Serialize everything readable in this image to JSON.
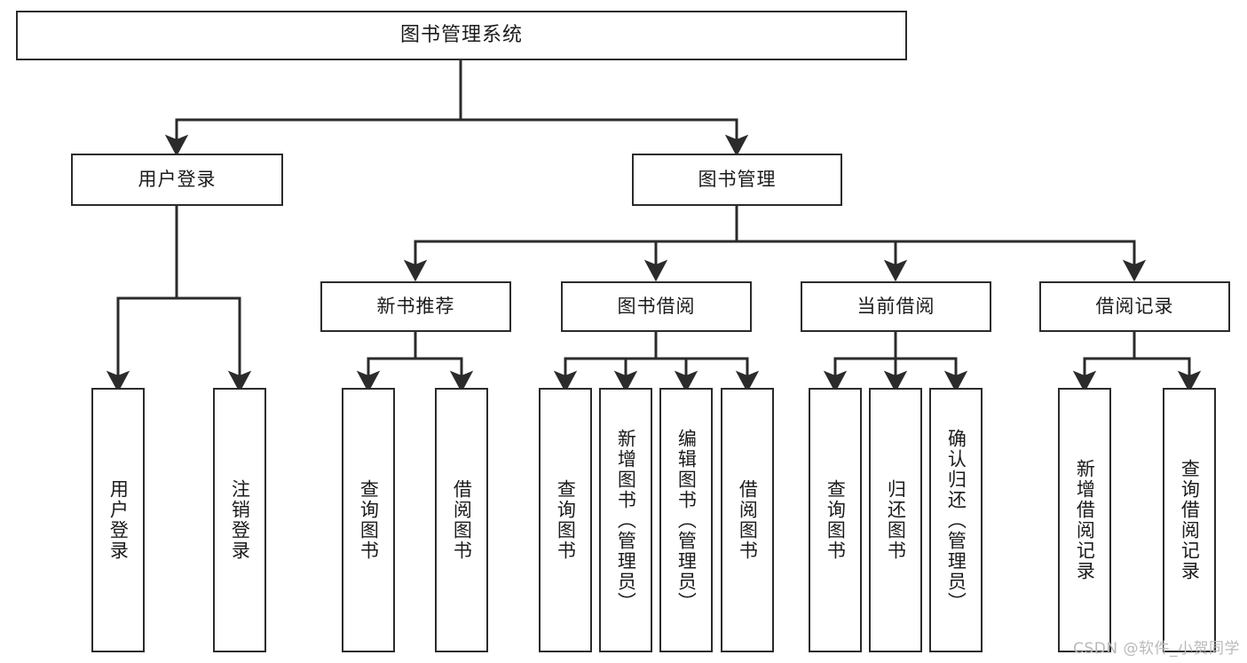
{
  "diagram": {
    "type": "tree",
    "title": "图书管理系统",
    "orientation": "top-down",
    "colors": {
      "background": "#ffffff",
      "box_border": "#2b2b2b",
      "box_fill": "#ffffff",
      "connector": "#2b2b2b",
      "text": "#1b1b1b",
      "watermark": "#b9b9b9"
    },
    "root": {
      "label": "图书管理系统"
    },
    "level2": [
      {
        "label": "用户登录"
      },
      {
        "label": "图书管理"
      }
    ],
    "level3": [
      {
        "label": "新书推荐"
      },
      {
        "label": "图书借阅"
      },
      {
        "label": "当前借阅"
      },
      {
        "label": "借阅记录"
      }
    ],
    "leaves": {
      "user_login": [
        {
          "label": "用户登录"
        },
        {
          "label": "注销登录"
        }
      ],
      "new_book": [
        {
          "label": "查询图书"
        },
        {
          "label": "借阅图书"
        }
      ],
      "book_borrow": [
        {
          "label": "查询图书"
        },
        {
          "label": "新增图书（管理员）"
        },
        {
          "label": "编辑图书（管理员）"
        },
        {
          "label": "借阅图书"
        }
      ],
      "current_borrow": [
        {
          "label": "查询图书"
        },
        {
          "label": "归还图书"
        },
        {
          "label": "确认归还（管理员）"
        }
      ],
      "borrow_record": [
        {
          "label": "新增借阅记录"
        },
        {
          "label": "查询借阅记录"
        }
      ]
    }
  },
  "watermark": {
    "text": "CSDN @软件_小贺同学"
  }
}
